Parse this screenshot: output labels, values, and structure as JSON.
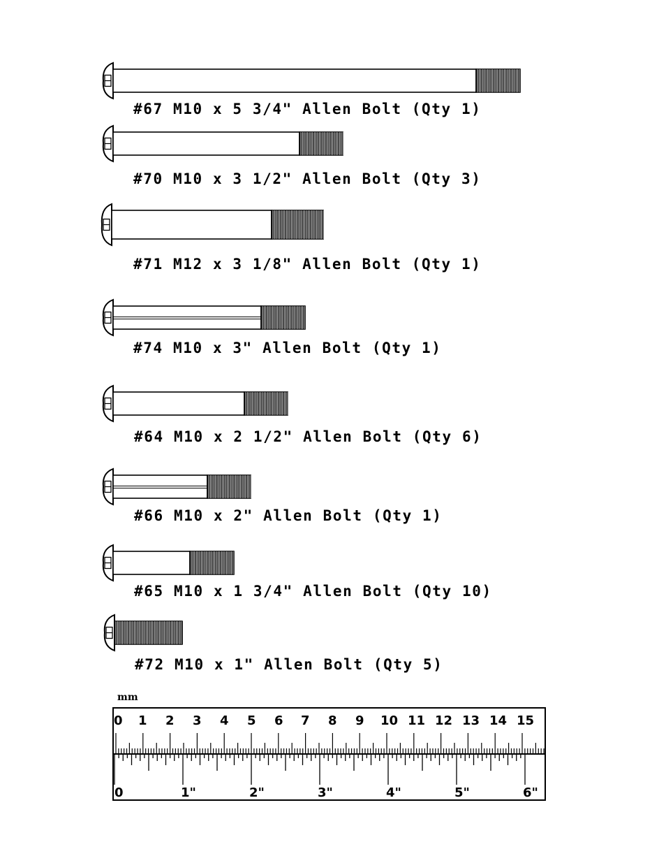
{
  "bolts": [
    {
      "label": "#67 M10 x 5 3/4\" Allen Bolt (Qty 1)"
    },
    {
      "label": "#70 M10 x 3 1/2\" Allen Bolt (Qty 3)"
    },
    {
      "label": "#71 M12 x 3 1/8\" Allen Bolt (Qty 1)"
    },
    {
      "label": "#74 M10 x 3\" Allen Bolt (Qty 1)"
    },
    {
      "label": "#64 M10 x 2 1/2\" Allen Bolt (Qty 6)"
    },
    {
      "label": "#66 M10 x 2\" Allen Bolt (Qty 1)"
    },
    {
      "label": "#65 M10 x 1 3/4\" Allen Bolt (Qty 10)"
    },
    {
      "label": "#72 M10 x 1\" Allen Bolt (Qty 5)"
    }
  ],
  "ruler": {
    "unit_mm": "mm",
    "cm_labels": [
      "0",
      "1",
      "2",
      "3",
      "4",
      "5",
      "6",
      "7",
      "8",
      "9",
      "10",
      "11",
      "12",
      "13",
      "14",
      "15"
    ],
    "inch_labels": [
      "0",
      "1\"",
      "2\"",
      "3\"",
      "4\"",
      "5\"",
      "6\""
    ]
  }
}
